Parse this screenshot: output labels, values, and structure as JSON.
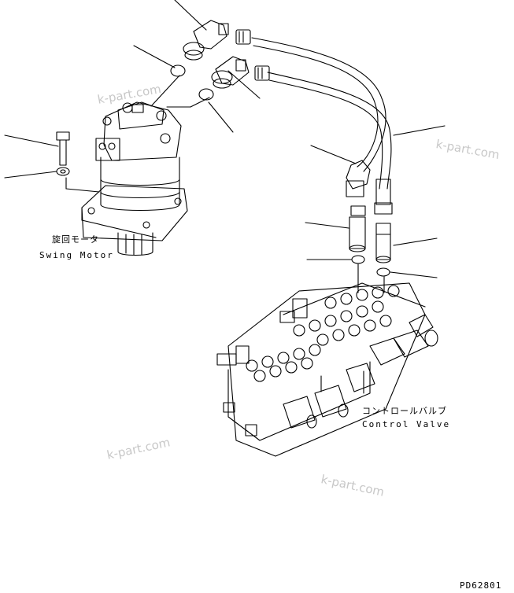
{
  "labels": {
    "swing_motor_jp": "旋回モータ",
    "swing_motor_en": "Swing Motor",
    "control_valve_jp": "コントロールバルブ",
    "control_valve_en": "Control Valve",
    "drawing_code": "PD62801"
  },
  "watermark": "k-part.com",
  "colors": {
    "line": "#000000",
    "watermark": "#c8c8c8",
    "background": "#ffffff"
  }
}
